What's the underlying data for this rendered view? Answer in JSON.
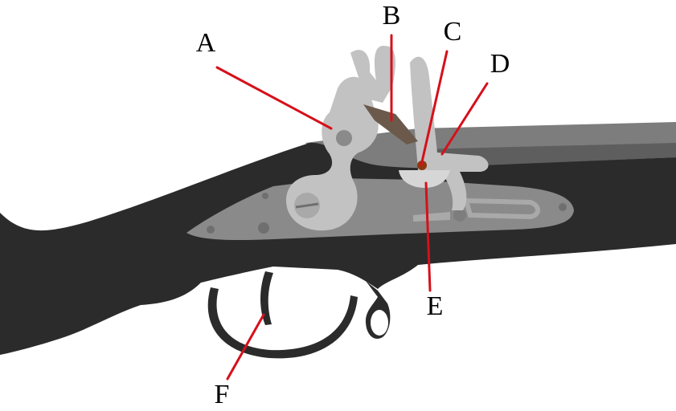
{
  "diagram": {
    "subject": "flintlock-mechanism",
    "colors": {
      "stock": "#2b2b2b",
      "barrel": "#7d7d7d",
      "barrel_shadow": "#5e5e5e",
      "lock_plate": "#8a8a8a",
      "parts_light": "#c2c2c2",
      "parts_mid": "#a9a9a9",
      "parts_dark": "#6f6f6f",
      "flint": "#6b5a4c",
      "pan_powder": "#8b3a10",
      "leader_line": "#d6101a",
      "label_text": "#000000",
      "background": "#ffffff"
    },
    "labels": [
      {
        "id": "A",
        "text": "A"
      },
      {
        "id": "B",
        "text": "B"
      },
      {
        "id": "C",
        "text": "C"
      },
      {
        "id": "D",
        "text": "D"
      },
      {
        "id": "E",
        "text": "E"
      },
      {
        "id": "F",
        "text": "F"
      }
    ]
  }
}
